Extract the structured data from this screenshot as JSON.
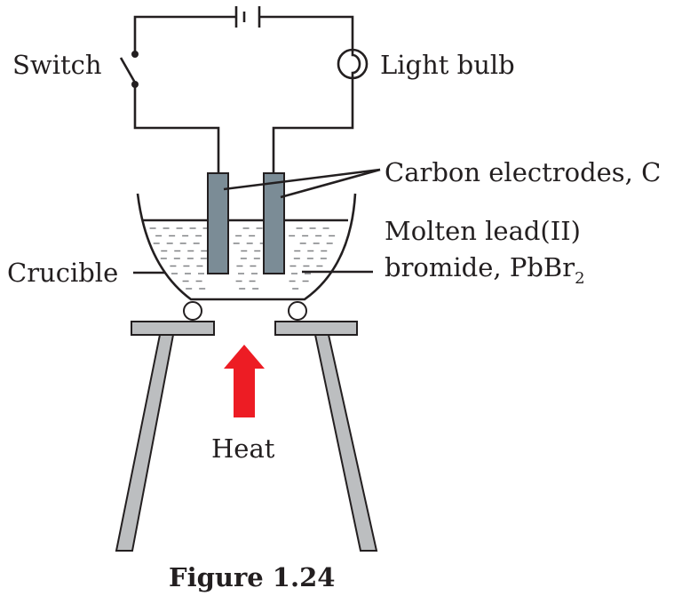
{
  "labels": {
    "switch": "Switch",
    "light_bulb": "Light bulb",
    "electrodes": "Carbon electrodes, C",
    "molten_line1": "Molten lead(II)",
    "molten_line2": "bromide, PbBr",
    "molten_subscript": "2",
    "crucible": "Crucible",
    "heat": "Heat"
  },
  "caption": "Figure 1.24",
  "colors": {
    "electrode": "#7b8c96",
    "tripod": "#bcbec0",
    "heat_arrow": "#ed1c24",
    "liquid_dash": "#808285",
    "line": "#231f20"
  }
}
